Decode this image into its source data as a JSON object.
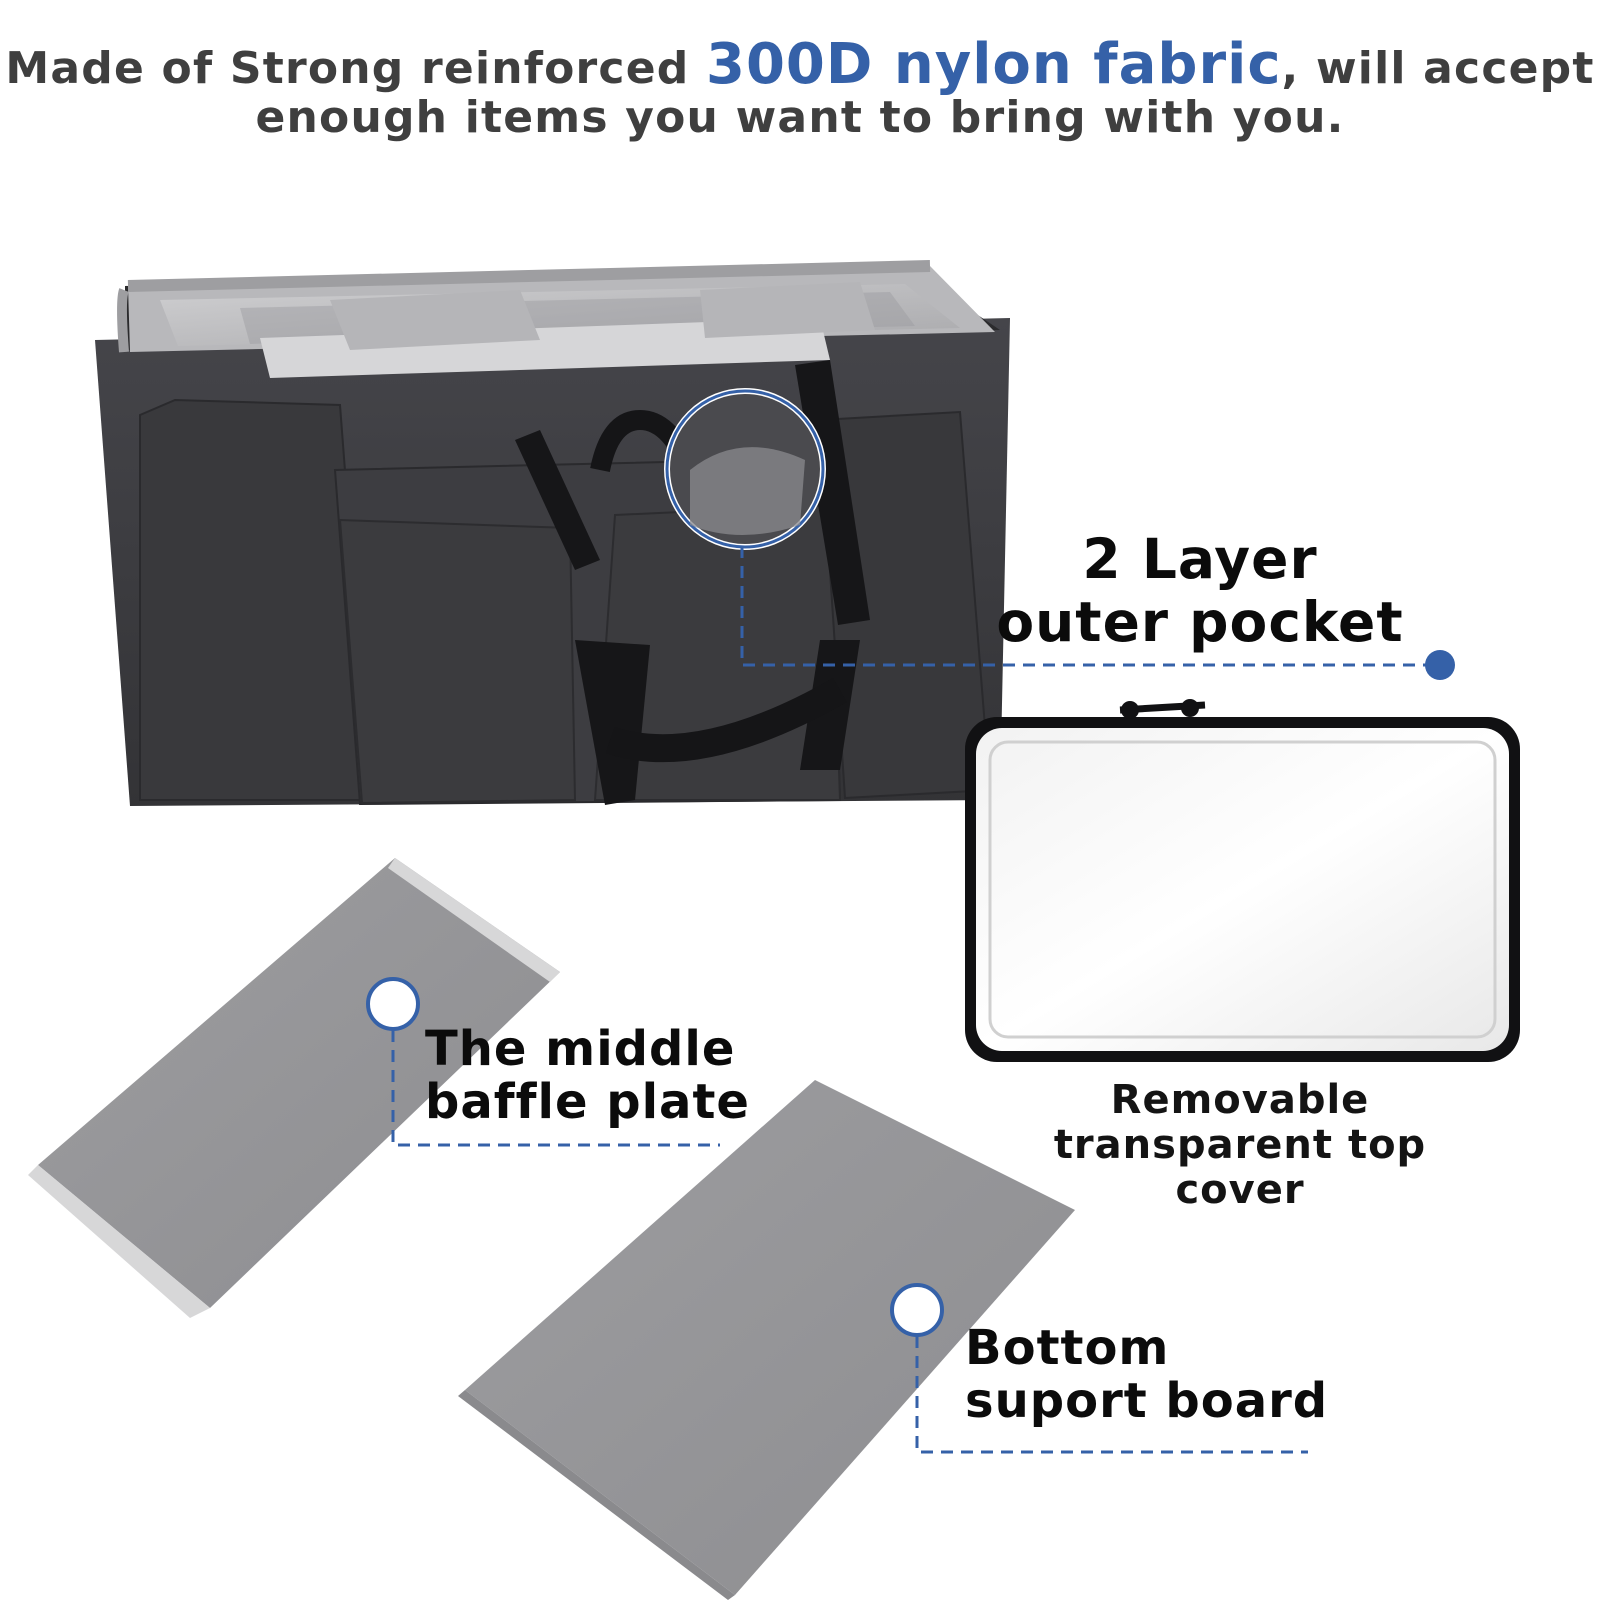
{
  "headline": {
    "prefix": "Made of Strong reinforced ",
    "accent": "300D nylon fabric",
    "suffix": ", will accept",
    "line2": "enough items you want to bring with you."
  },
  "callouts": {
    "pocket": {
      "line1": "2 Layer",
      "line2": "outer pocket"
    },
    "baffle": {
      "line1": "The middle",
      "line2": "baffle plate"
    },
    "bottom": {
      "line1": "Bottom",
      "line2": "suport board"
    },
    "cover": {
      "line1": "Removable",
      "line2": "transparent top cover"
    }
  },
  "colors": {
    "accent": "#3561a8",
    "bag": "#3a3a3d",
    "lining": "#bdbdbd",
    "panel": "#9e9ea0",
    "text": "#3f3f3f"
  },
  "icons": {
    "magnifier": "zoom-circle-icon",
    "marker": "callout-dot-icon"
  }
}
